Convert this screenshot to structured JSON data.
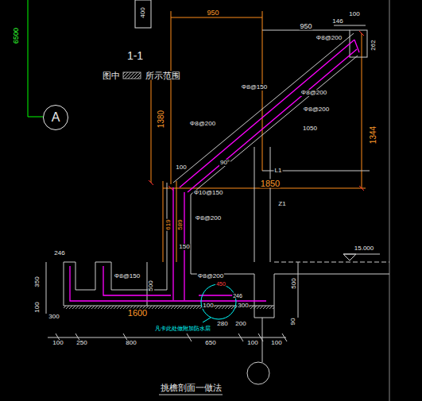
{
  "diagram": {
    "title": "挑檐剖面一做法",
    "nodes": [
      {
        "text": [
          "A"
        ]
      }
    ],
    "edges": [],
    "labels": [
      "6500",
      "400",
      "950",
      "950",
      "146",
      "100",
      "262",
      "Φ8@200",
      "1-1",
      "图中",
      "所示范围",
      "1380",
      "Φ8@150",
      "Φ8@200",
      "Φ8@200",
      "1344",
      "1050",
      "Φ8@200",
      "100",
      "90°",
      "L1",
      "1850",
      "Φ10@150",
      "Z1",
      "Φ8@200",
      "619",
      "589",
      "150",
      "15.000",
      "246",
      "350",
      "Φ8@150",
      "500",
      "Φ8@200",
      "450",
      "500",
      "100",
      "300",
      "1600",
      "100",
      "300",
      "280",
      "200",
      "凡卡此处做附加防水层",
      "90",
      "100",
      "250",
      "800",
      "650",
      "100",
      "100",
      "246"
    ]
  }
}
